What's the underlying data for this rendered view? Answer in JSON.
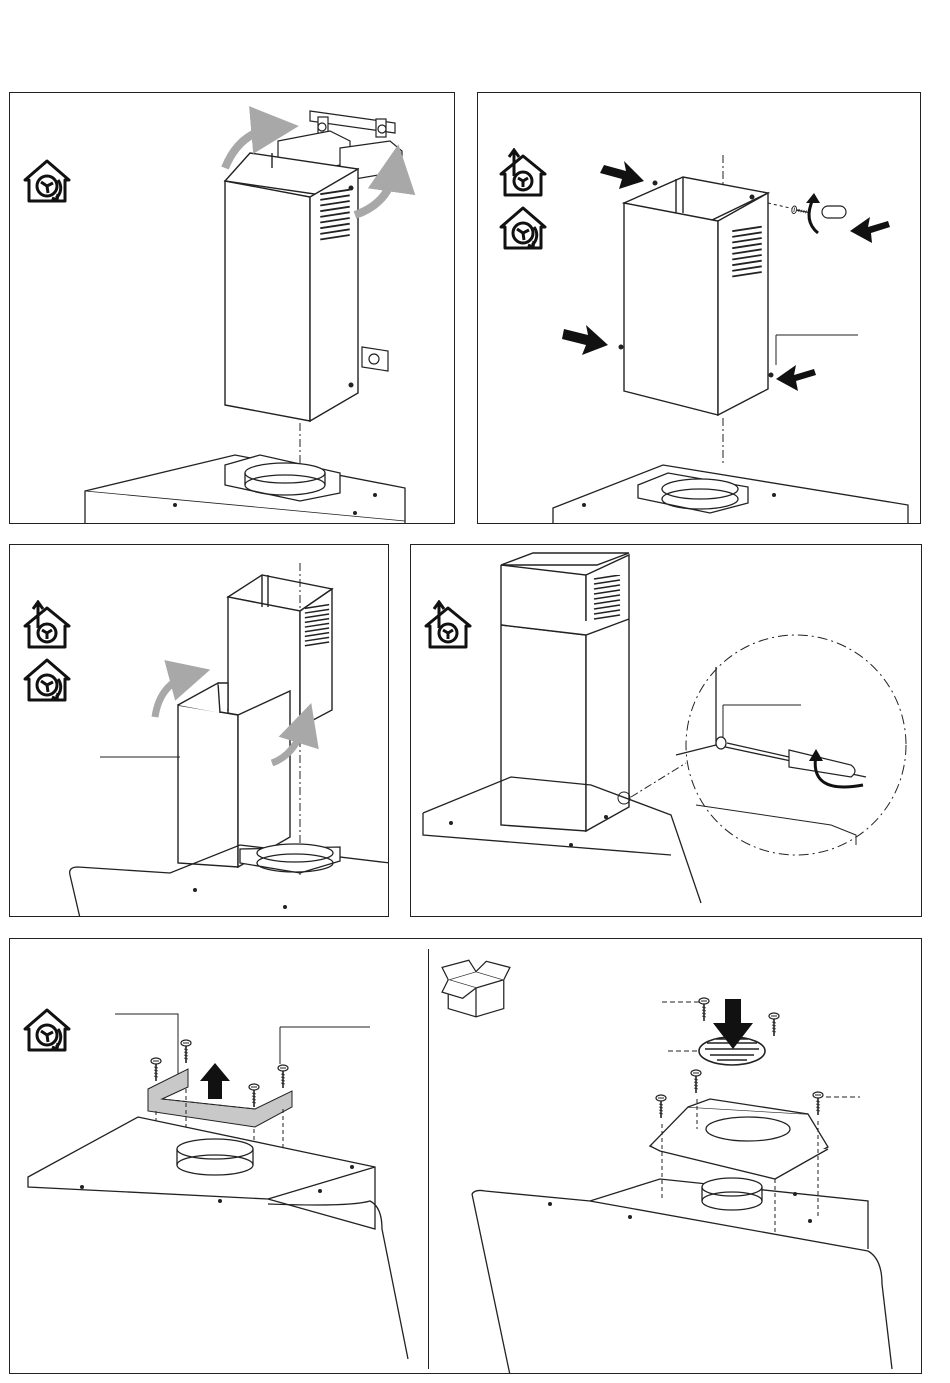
{
  "colors": {
    "line": "#222222",
    "fill_light": "#ffffff",
    "arrow_gray": "#a8a8a8",
    "band_gray": "#c8c8c8",
    "badge_bg": "#ffffff"
  },
  "icons": {
    "recirculation": "house-recirculation-fan-icon",
    "ducted": "house-ducted-exhaust-fan-icon",
    "box": "open-box-accessory-icon"
  },
  "steps": [
    {
      "id": "step-1",
      "modes": [
        "recirculation"
      ]
    },
    {
      "id": "step-2",
      "modes": [
        "ducted",
        "recirculation"
      ]
    },
    {
      "id": "step-3",
      "modes": [
        "ducted",
        "recirculation"
      ]
    },
    {
      "id": "step-4",
      "modes": [
        "ducted"
      ]
    },
    {
      "id": "step-5a",
      "modes": [
        "recirculation"
      ]
    },
    {
      "id": "step-5b",
      "modes": [
        "box"
      ]
    }
  ]
}
